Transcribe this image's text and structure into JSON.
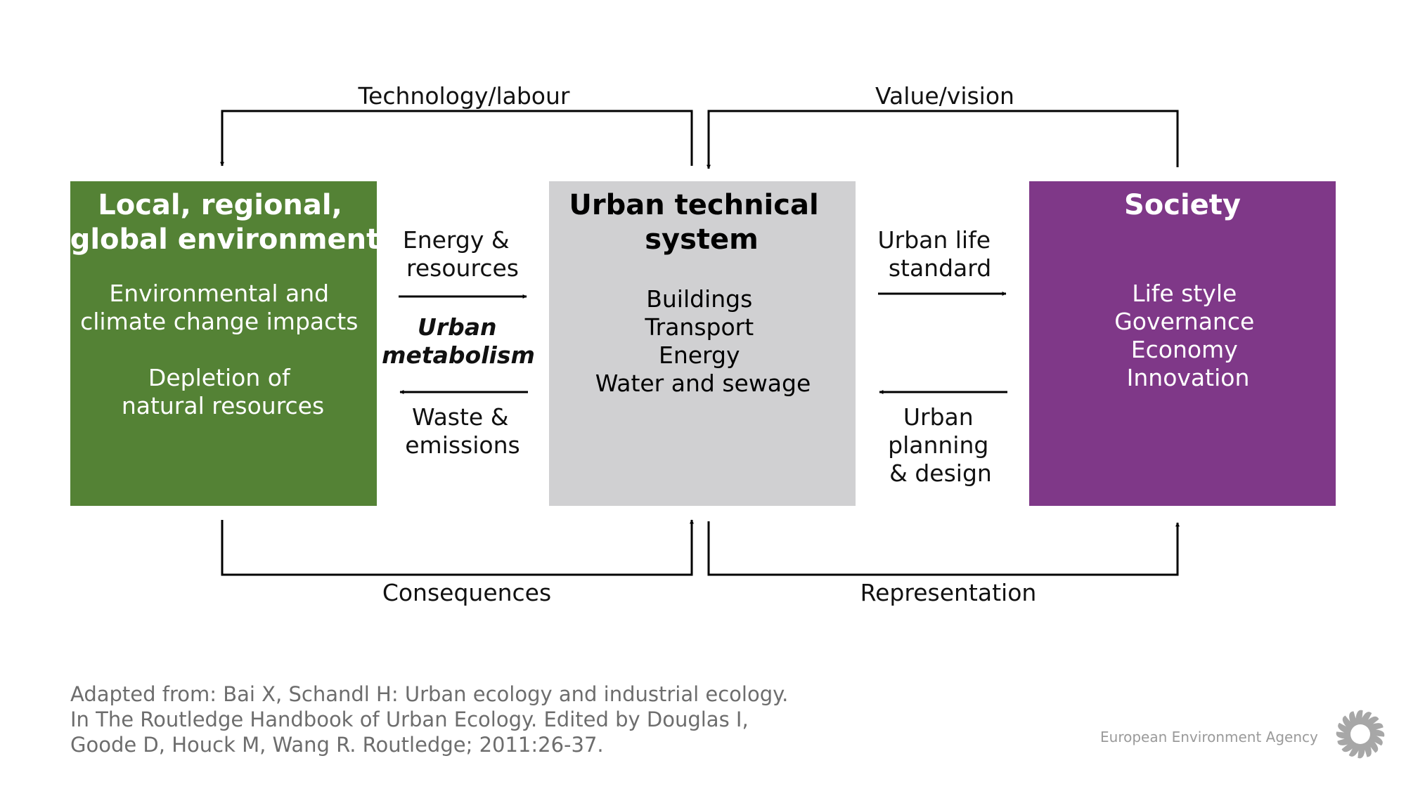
{
  "colors": {
    "environment_box": "#548235",
    "urban_system_box": "#d0d0d2",
    "society_box": "#7f3888",
    "arrow": "#000000",
    "caption_text": "#6d6d6d",
    "brand_text": "#9a9a9a"
  },
  "boxes": {
    "environment": {
      "title": [
        "Local, regional,",
        "global environment"
      ],
      "body": [
        "Environmental and",
        "climate change impacts",
        "",
        "Depletion of",
        "natural resources"
      ]
    },
    "urban_system": {
      "title": [
        "Urban technical",
        "system"
      ],
      "body": [
        "Buildings",
        "Transport",
        "Energy",
        "Water and sewage"
      ]
    },
    "society": {
      "title": [
        "Society"
      ],
      "body": [
        "Life style",
        "Governance",
        "Economy",
        "Innovation"
      ]
    }
  },
  "flows": {
    "energy_resources": [
      "Energy &",
      "resources"
    ],
    "urban_metabolism": [
      "Urban",
      "metabolism"
    ],
    "waste_emissions": [
      "Waste &",
      "emissions"
    ],
    "urban_life_standard": [
      "Urban life",
      "standard"
    ],
    "urban_planning": [
      "Urban",
      "planning",
      "& design"
    ]
  },
  "feedback_loops": {
    "technology_labour": "Technology/labour",
    "value_vision": "Value/vision",
    "consequences": "Consequences",
    "representation": "Representation"
  },
  "caption": [
    "Adapted from: Bai X, Schandl H: Urban ecology and industrial ecology.",
    "In The Routledge Handbook of Urban Ecology. Edited by Douglas I,",
    "Goode D, Houck M, Wang R. Routledge; 2011:26-37."
  ],
  "brand": {
    "name": "European Environment Agency",
    "logo_icon": "eea-sunburst-icon"
  }
}
